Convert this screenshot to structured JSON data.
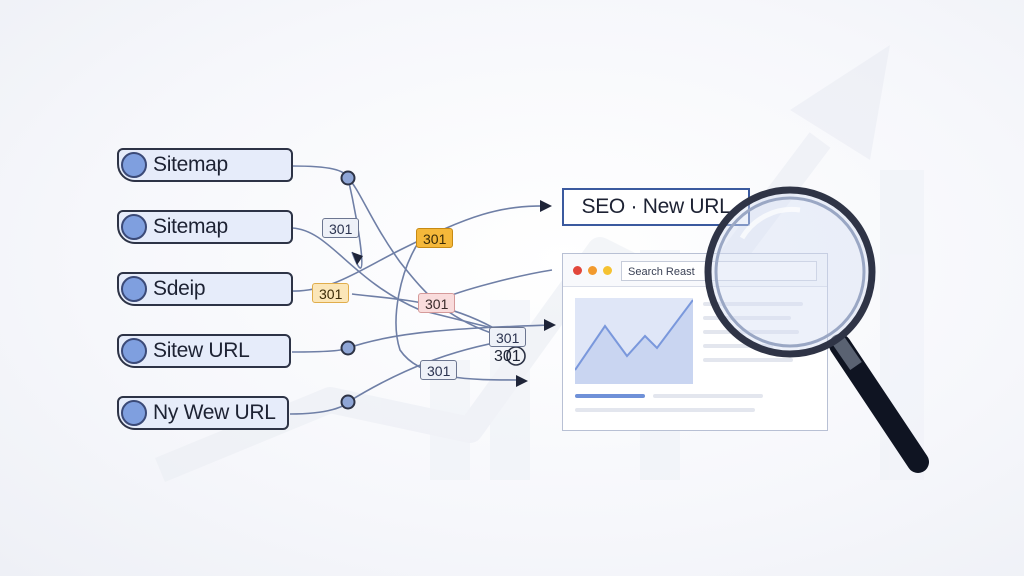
{
  "sources": [
    {
      "label": "Sitemap"
    },
    {
      "label": "Sitemap"
    },
    {
      "label": "Sdeip"
    },
    {
      "label": "Sitew URL"
    },
    {
      "label": "Ny Wew URL"
    }
  ],
  "redirect_tags": [
    "301",
    "301",
    "301",
    "301",
    "301",
    "301",
    "301"
  ],
  "target": {
    "label": "SEO · New URL"
  },
  "browser": {
    "search_text": "Search Reast"
  },
  "colors": {
    "accent": "#3b5a9f",
    "pill_fill": "#e6ecfa",
    "tag_orange": "#f5b83a",
    "tag_pink": "#f9dcdc",
    "dot_red": "#e2473b",
    "dot_orange": "#f29a2e",
    "dot_yellow": "#f5c232"
  },
  "icons": [
    "magnifying-glass-icon",
    "arrow-up-trend-icon"
  ]
}
